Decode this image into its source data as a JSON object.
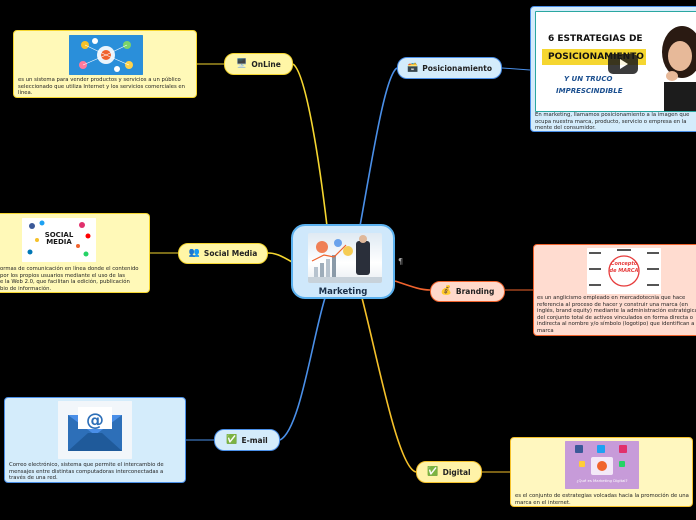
{
  "central": {
    "title": "Marketing"
  },
  "branches": {
    "online": {
      "label": "OnLine",
      "icon": "computer-icon",
      "description": "es un sistema para vender productos y servicios a un público seleccionado que utiliza Internet y los servicios comerciales en línea."
    },
    "social": {
      "label": "Social Media",
      "icon": "people-icon",
      "description_lines": [
        "ormas de comunicación en línea donde el contenido",
        "por los propios usuarios mediante el uso de las",
        "e la Web 2.0, que facilitan la edición, publicación",
        "bio de información."
      ],
      "image_text": "SOCIAL MEDIA"
    },
    "email": {
      "label": "E-mail",
      "icon": "checkmark-icon",
      "description": "Correo electrónico, sistema que permite el intercambio de mensajes entre distintas computadoras interconectadas a través de una red."
    },
    "posicionamiento": {
      "label": "Posicionamiento",
      "icon": "box-icon",
      "description": "En marketing, llamamos posicionamiento a la imagen que ocupa nuestra marca, producto, servicio o empresa en la mente del consumidor.",
      "video_title_1": "6 ESTRATEGIAS DE",
      "video_title_2": "POSICIONAMIENTO",
      "video_subtitle_1": "Y UN TRUCO",
      "video_subtitle_2": "IMPRESCINDIBLE"
    },
    "branding": {
      "label": "Branding",
      "icon": "moneybag-icon",
      "description": "es un anglicismo empleado en mercadotecnia que hace referencia al proceso de hacer y construir una marca (en inglés, brand equity) mediante la administración estratégica del conjunto total de activos vinculados en forma directa o indirecta al nombre y/o símbolo (logotipo) que identifican a la marca",
      "image_text_1": "Concepto",
      "image_text_2": "de MARCA"
    },
    "digital": {
      "label": "Digital",
      "icon": "checkmark-icon",
      "description": "es el conjunto de estrategias volcadas hacia la promoción de una marca en el internet.",
      "image_caption": "¿Qué es Marketing Digital?"
    }
  },
  "note_glyph": "¶",
  "colors": {
    "online": "#f5d630",
    "social": "#f5d630",
    "email": "#4a8fe8",
    "posicionamiento": "#4a8fe8",
    "branding": "#f0632d",
    "digital": "#f5c12a",
    "card_yellow": "#fff9b8",
    "card_blue": "#d4ecfb",
    "card_peach": "#ffdcd0",
    "card_lightyellow": "#fff7bf"
  }
}
